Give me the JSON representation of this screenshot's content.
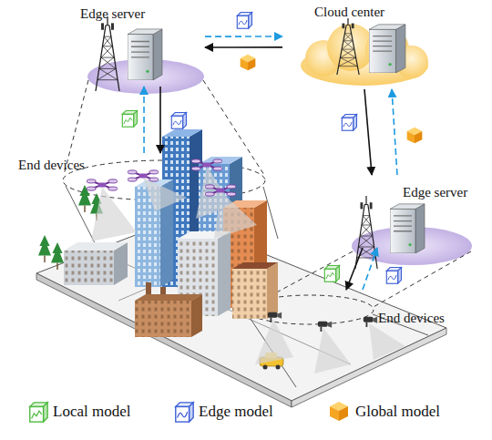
{
  "diagram": {
    "nodes": [
      {
        "text": [
          "Edge server"
        ]
      },
      {
        "text": [
          "Cloud center"
        ]
      },
      {
        "text": [
          "End devices"
        ]
      },
      {
        "text": [
          "Edge server"
        ]
      },
      {
        "text": [
          "End devices"
        ]
      }
    ],
    "edges": [
      {
        "from": 0,
        "to": 1,
        "arrow": "to"
      },
      {
        "from": 1,
        "to": 0,
        "arrow": "to"
      },
      {
        "from": 1,
        "to": 3,
        "arrow": "to"
      },
      {
        "from": 3,
        "to": 1,
        "arrow": "to"
      },
      {
        "from": 0,
        "to": 2,
        "arrow": "to"
      },
      {
        "from": 2,
        "to": 0,
        "arrow": "to"
      },
      {
        "from": 3,
        "to": 4,
        "arrow": "to"
      },
      {
        "from": 4,
        "to": 3,
        "arrow": "to"
      }
    ],
    "legend": [
      {
        "text": "Local model"
      },
      {
        "text": "Edge model"
      },
      {
        "text": "Global model"
      }
    ]
  }
}
